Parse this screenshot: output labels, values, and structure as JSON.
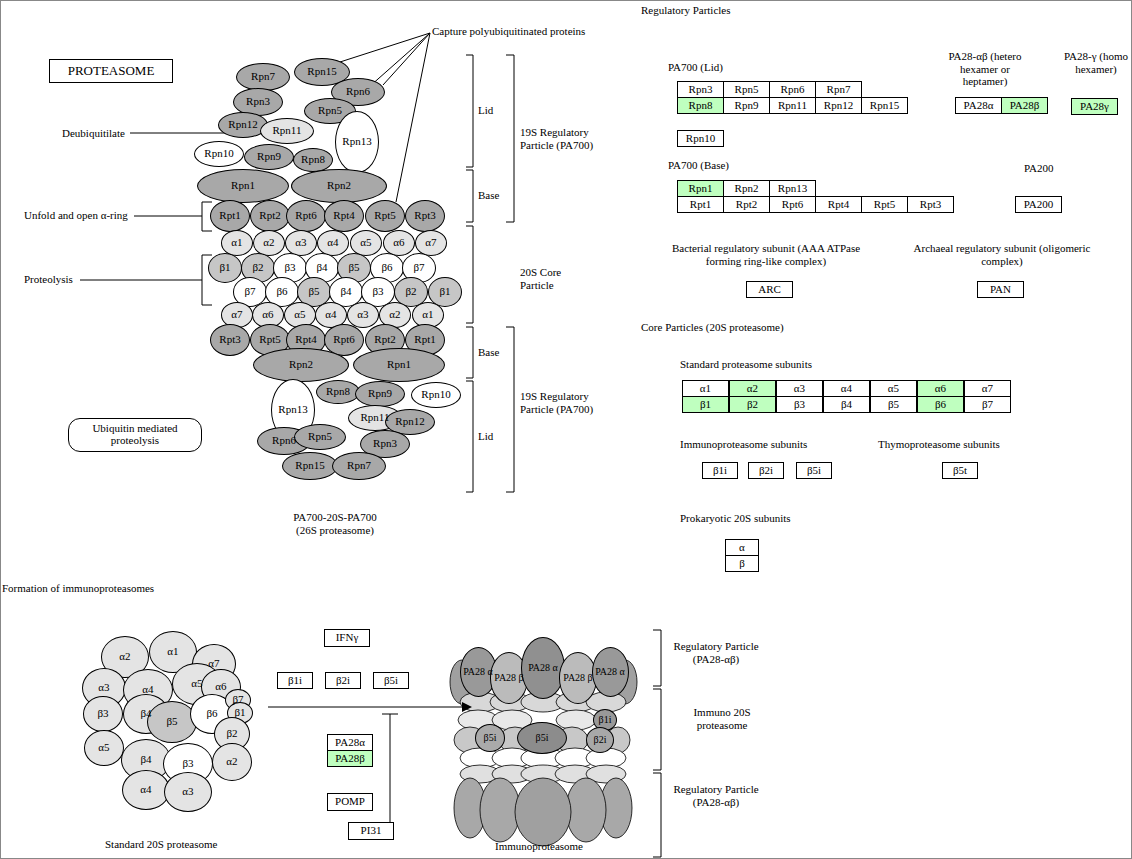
{
  "diagram": {
    "nodes": [
      {
        "text": [
          "PROTEASOME"
        ]
      },
      {
        "text": [
          "Rpn7"
        ]
      },
      {
        "text": [
          "Rpn15"
        ]
      },
      {
        "text": [
          "Rpn3"
        ]
      },
      {
        "text": [
          "Rpn6"
        ]
      },
      {
        "text": [
          "Rpn5"
        ]
      },
      {
        "text": [
          "Rpn12"
        ]
      },
      {
        "text": [
          "Rpn11"
        ]
      },
      {
        "text": [
          "Rpn13"
        ]
      },
      {
        "text": [
          "Rpn10"
        ]
      },
      {
        "text": [
          "Rpn9"
        ]
      },
      {
        "text": [
          "Rpn8"
        ]
      },
      {
        "text": [
          "Rpn1"
        ]
      },
      {
        "text": [
          "Rpn2"
        ]
      },
      {
        "text": [
          "Rpt1"
        ]
      },
      {
        "text": [
          "Rpt2"
        ]
      },
      {
        "text": [
          "Rpt6"
        ]
      },
      {
        "text": [
          "Rpt4"
        ]
      },
      {
        "text": [
          "Rpt5"
        ]
      },
      {
        "text": [
          "Rpt3"
        ]
      },
      {
        "text": [
          "α1"
        ]
      },
      {
        "text": [
          "α2"
        ]
      },
      {
        "text": [
          "α3"
        ]
      },
      {
        "text": [
          "α4"
        ]
      },
      {
        "text": [
          "α5"
        ]
      },
      {
        "text": [
          "α6"
        ]
      },
      {
        "text": [
          "α7"
        ]
      },
      {
        "text": [
          "β1"
        ]
      },
      {
        "text": [
          "β2"
        ]
      },
      {
        "text": [
          "β3"
        ]
      },
      {
        "text": [
          "β4"
        ]
      },
      {
        "text": [
          "β5"
        ]
      },
      {
        "text": [
          "β6"
        ]
      },
      {
        "text": [
          "β7"
        ]
      },
      {
        "text": [
          "β7"
        ]
      },
      {
        "text": [
          "β6"
        ]
      },
      {
        "text": [
          "β5"
        ]
      },
      {
        "text": [
          "β4"
        ]
      },
      {
        "text": [
          "β3"
        ]
      },
      {
        "text": [
          "β2"
        ]
      },
      {
        "text": [
          "β1"
        ]
      },
      {
        "text": [
          "α7"
        ]
      },
      {
        "text": [
          "α6"
        ]
      },
      {
        "text": [
          "α5"
        ]
      },
      {
        "text": [
          "α4"
        ]
      },
      {
        "text": [
          "α3"
        ]
      },
      {
        "text": [
          "α2"
        ]
      },
      {
        "text": [
          "α1"
        ]
      },
      {
        "text": [
          "Rpt3"
        ]
      },
      {
        "text": [
          "Rpt5"
        ]
      },
      {
        "text": [
          "Rpt4"
        ]
      },
      {
        "text": [
          "Rpt6"
        ]
      },
      {
        "text": [
          "Rpt2"
        ]
      },
      {
        "text": [
          "Rpt1"
        ]
      },
      {
        "text": [
          "Rpn2"
        ]
      },
      {
        "text": [
          "Rpn1"
        ]
      },
      {
        "text": [
          "Rpn13"
        ]
      },
      {
        "text": [
          "Rpn8"
        ]
      },
      {
        "text": [
          "Rpn9"
        ]
      },
      {
        "text": [
          "Rpn10"
        ]
      },
      {
        "text": [
          "Rpn11"
        ]
      },
      {
        "text": [
          "Rpn12"
        ]
      },
      {
        "text": [
          "Rpn6"
        ]
      },
      {
        "text": [
          "Rpn5"
        ]
      },
      {
        "text": [
          "Rpn3"
        ]
      },
      {
        "text": [
          "Rpn15"
        ]
      },
      {
        "text": [
          "Rpn7"
        ]
      },
      {
        "text": [
          "Ubiquitin mediated proteolysis"
        ]
      },
      {
        "text": [
          "Rpn3"
        ]
      },
      {
        "text": [
          "Rpn5"
        ]
      },
      {
        "text": [
          "Rpn6"
        ]
      },
      {
        "text": [
          "Rpn7"
        ]
      },
      {
        "text": [
          "Rpn8"
        ]
      },
      {
        "text": [
          "Rpn9"
        ]
      },
      {
        "text": [
          "Rpn11"
        ]
      },
      {
        "text": [
          "Rpn12"
        ]
      },
      {
        "text": [
          "Rpn15"
        ]
      },
      {
        "text": [
          "PA28α"
        ]
      },
      {
        "text": [
          "PA28β"
        ]
      },
      {
        "text": [
          "PA28γ"
        ]
      },
      {
        "text": [
          "Rpn10"
        ]
      },
      {
        "text": [
          "Rpn1"
        ]
      },
      {
        "text": [
          "Rpn2"
        ]
      },
      {
        "text": [
          "Rpn13"
        ]
      },
      {
        "text": [
          "Rpt1"
        ]
      },
      {
        "text": [
          "Rpt2"
        ]
      },
      {
        "text": [
          "Rpt6"
        ]
      },
      {
        "text": [
          "Rpt4"
        ]
      },
      {
        "text": [
          "Rpt5"
        ]
      },
      {
        "text": [
          "Rpt3"
        ]
      },
      {
        "text": [
          "PA200"
        ]
      },
      {
        "text": [
          "ARC"
        ]
      },
      {
        "text": [
          "PAN"
        ]
      },
      {
        "text": [
          "α1"
        ]
      },
      {
        "text": [
          "α2"
        ]
      },
      {
        "text": [
          "α3"
        ]
      },
      {
        "text": [
          "α4"
        ]
      },
      {
        "text": [
          "α5"
        ]
      },
      {
        "text": [
          "α6"
        ]
      },
      {
        "text": [
          "α7"
        ]
      },
      {
        "text": [
          "β1"
        ]
      },
      {
        "text": [
          "β2"
        ]
      },
      {
        "text": [
          "β3"
        ]
      },
      {
        "text": [
          "β4"
        ]
      },
      {
        "text": [
          "β5"
        ]
      },
      {
        "text": [
          "β6"
        ]
      },
      {
        "text": [
          "β7"
        ]
      },
      {
        "text": [
          "β1i"
        ]
      },
      {
        "text": [
          "β2i"
        ]
      },
      {
        "text": [
          "β5i"
        ]
      },
      {
        "text": [
          "β5t"
        ]
      },
      {
        "text": [
          "α"
        ]
      },
      {
        "text": [
          "β"
        ]
      },
      {
        "text": [
          "α2"
        ]
      },
      {
        "text": [
          "α1"
        ]
      },
      {
        "text": [
          "α7"
        ]
      },
      {
        "text": [
          "α3"
        ]
      },
      {
        "text": [
          "α4"
        ]
      },
      {
        "text": [
          "α5"
        ]
      },
      {
        "text": [
          "α6"
        ]
      },
      {
        "text": [
          "β3"
        ]
      },
      {
        "text": [
          "β4"
        ]
      },
      {
        "text": [
          "β5"
        ]
      },
      {
        "text": [
          "β6"
        ]
      },
      {
        "text": [
          "β7"
        ]
      },
      {
        "text": [
          "β1"
        ]
      },
      {
        "text": [
          "β2"
        ]
      },
      {
        "text": [
          "α5"
        ]
      },
      {
        "text": [
          "β4"
        ]
      },
      {
        "text": [
          "β3"
        ]
      },
      {
        "text": [
          "α2"
        ]
      },
      {
        "text": [
          "α4"
        ]
      },
      {
        "text": [
          "α3"
        ]
      },
      {
        "text": [
          "IFNγ"
        ]
      },
      {
        "text": [
          "β1i"
        ]
      },
      {
        "text": [
          "β2i"
        ]
      },
      {
        "text": [
          "β5i"
        ]
      },
      {
        "text": [
          "PA28α"
        ]
      },
      {
        "text": [
          "PA28β"
        ]
      },
      {
        "text": [
          "POMP"
        ]
      },
      {
        "text": [
          "PI31"
        ]
      },
      {
        "text": [
          "PA28 α"
        ]
      },
      {
        "text": [
          "PA28 β"
        ]
      },
      {
        "text": [
          "PA28 α"
        ]
      },
      {
        "text": [
          "PA28 β"
        ]
      },
      {
        "text": [
          "PA28 α"
        ]
      },
      {
        "text": [
          "β5i"
        ]
      },
      {
        "text": [
          "β5i"
        ]
      },
      {
        "text": [
          "β1i"
        ]
      },
      {
        "text": [
          "β2i"
        ]
      }
    ],
    "labels": [
      "Capture polyubiquitinated proteins",
      "Deubiquitilate",
      "Unfold and open α-ring",
      "Proteolysis",
      "Lid",
      "19S Regulatory Particle (PA700)",
      "Base",
      "20S Core Particle",
      "Base",
      "19S Regulatory Particle (PA700)",
      "Lid",
      "PA700-20S-PA700 (26S proteasome)",
      "Regulatory Particles",
      "PA700 (Lid)",
      "PA28-αβ (hetero hexamer or heptamer)",
      "PA28-γ (homo hexamer)",
      "PA700 (Base)",
      "PA200",
      "Bacterial regulatory subunit (AAA ATPase forming ring-like complex)",
      "Archaeal regulatory subunit (oligomeric complex)",
      "Core Particles (20S proteasome)",
      "Standard proteasome subunits",
      "Immunoproteasome subunits",
      "Thymoproteasome subunits",
      "Prokaryotic 20S subunits",
      "Formation of immunoproteasomes",
      "Standard 20S proteasome",
      "Immunoproteasome",
      "Regulatory Particle (PA28-αβ)",
      "Immuno 20S proteasome",
      "Regulatory Particle (PA28-αβ)"
    ]
  }
}
